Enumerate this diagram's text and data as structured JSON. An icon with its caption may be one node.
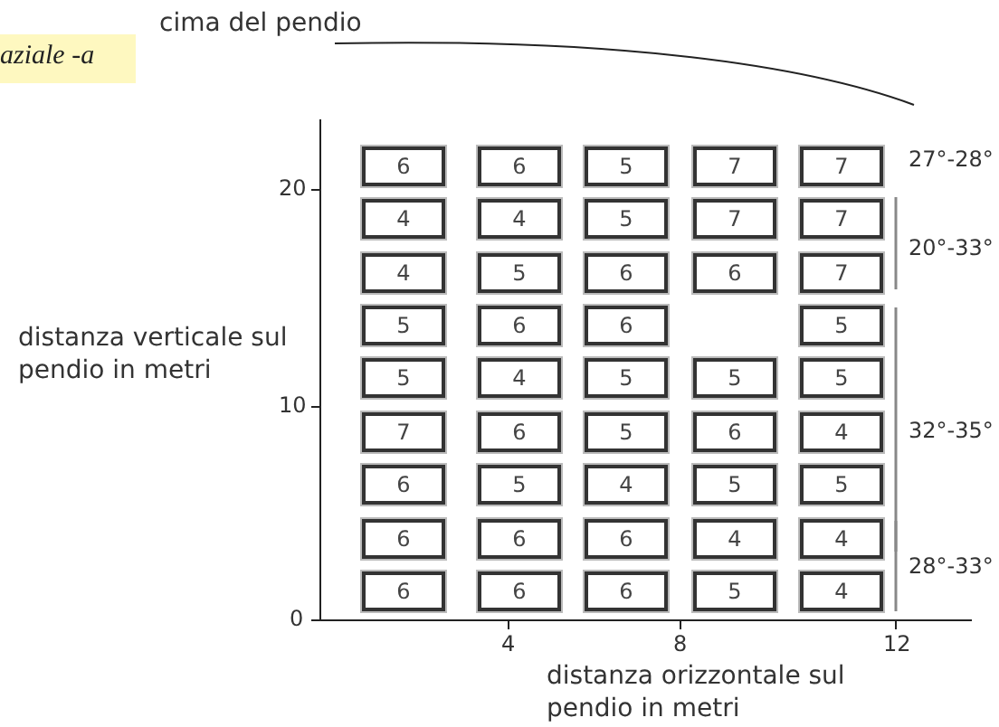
{
  "diagram": {
    "nodes": [
      {
        "text": [
          "aziale -a"
        ]
      },
      {
        "text": [
          "6"
        ]
      },
      {
        "text": [
          "6"
        ]
      },
      {
        "text": [
          "5"
        ]
      },
      {
        "text": [
          "7"
        ]
      },
      {
        "text": [
          "7"
        ]
      },
      {
        "text": [
          "4"
        ]
      },
      {
        "text": [
          "4"
        ]
      },
      {
        "text": [
          "5"
        ]
      },
      {
        "text": [
          "7"
        ]
      },
      {
        "text": [
          "7"
        ]
      },
      {
        "text": [
          "4"
        ]
      },
      {
        "text": [
          "5"
        ]
      },
      {
        "text": [
          "6"
        ]
      },
      {
        "text": [
          "6"
        ]
      },
      {
        "text": [
          "7"
        ]
      },
      {
        "text": [
          "5"
        ]
      },
      {
        "text": [
          "6"
        ]
      },
      {
        "text": [
          "6"
        ]
      },
      {
        "text": [
          "5"
        ]
      },
      {
        "text": [
          "5"
        ]
      },
      {
        "text": [
          "4"
        ]
      },
      {
        "text": [
          "5"
        ]
      },
      {
        "text": [
          "5"
        ]
      },
      {
        "text": [
          "5"
        ]
      },
      {
        "text": [
          "7"
        ]
      },
      {
        "text": [
          "6"
        ]
      },
      {
        "text": [
          "5"
        ]
      },
      {
        "text": [
          "6"
        ]
      },
      {
        "text": [
          "4"
        ]
      },
      {
        "text": [
          "6"
        ]
      },
      {
        "text": [
          "5"
        ]
      },
      {
        "text": [
          "4"
        ]
      },
      {
        "text": [
          "5"
        ]
      },
      {
        "text": [
          "5"
        ]
      },
      {
        "text": [
          "6"
        ]
      },
      {
        "text": [
          "6"
        ]
      },
      {
        "text": [
          "6"
        ]
      },
      {
        "text": [
          "4"
        ]
      },
      {
        "text": [
          "4"
        ]
      },
      {
        "text": [
          "6"
        ]
      },
      {
        "text": [
          "6"
        ]
      },
      {
        "text": [
          "6"
        ]
      },
      {
        "text": [
          "5"
        ]
      },
      {
        "text": [
          "4"
        ]
      }
    ],
    "labels": [
      "cima del pendio",
      "27°-28°",
      "20",
      "20°-33°",
      "distanza verticale sul pendio in metri",
      "10",
      "32°-35°",
      "28°-33°",
      "0",
      "4",
      "8",
      "12",
      "distanza orizzontale sul pendio in metri"
    ]
  }
}
